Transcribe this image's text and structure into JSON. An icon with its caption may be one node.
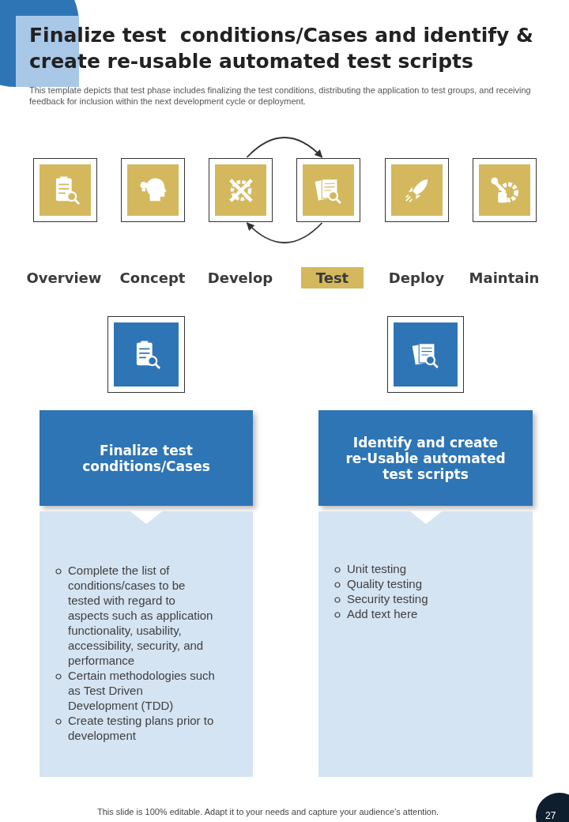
{
  "diagram": {
    "title": "Finalize test  conditions/Cases and identify & create re-usable automated test scripts",
    "nodes": [
      {
        "text": [],
        "shape": "picture"
      },
      {
        "text": [],
        "shape": "picture"
      },
      {
        "text": [],
        "shape": "picture"
      },
      {
        "text": [],
        "shape": "picture"
      },
      {
        "text": [],
        "shape": "picture"
      },
      {
        "text": [],
        "shape": "picture"
      },
      {
        "text": [],
        "shape": "picture"
      },
      {
        "text": [],
        "shape": "picture"
      },
      {
        "text": [
          "Finalize test conditions/Cases"
        ]
      },
      {
        "text": [
          "Complete the list of conditions/cases to be tested with regard to aspects such as application functionality, usability, accessibility, security, and performance",
          "Certain methodologies such as Test Driven Development (TDD)",
          "Create testing plans prior to development"
        ]
      },
      {
        "text": [
          "Identify and create re-Usable automated test scripts"
        ]
      },
      {
        "text": [
          "Unit testing",
          "Quality testing",
          "Security testing",
          "Add text here"
        ]
      }
    ],
    "edges": [
      {
        "from": 2,
        "to": 3,
        "arrow": "to"
      },
      {
        "from": 3,
        "to": 2,
        "arrow": "to"
      }
    ],
    "labels": [
      "This template depicts that test phase includes finalizing the test conditions, distributing the application to test groups, and receiving feedback for inclusion within the next development cycle or deployment.",
      "Overview",
      "Concept",
      "Develop",
      "Test",
      "Deploy",
      "Maintain",
      "This slide is 100% editable. Adapt it to your needs and capture your audience’s attention.",
      "27"
    ]
  }
}
